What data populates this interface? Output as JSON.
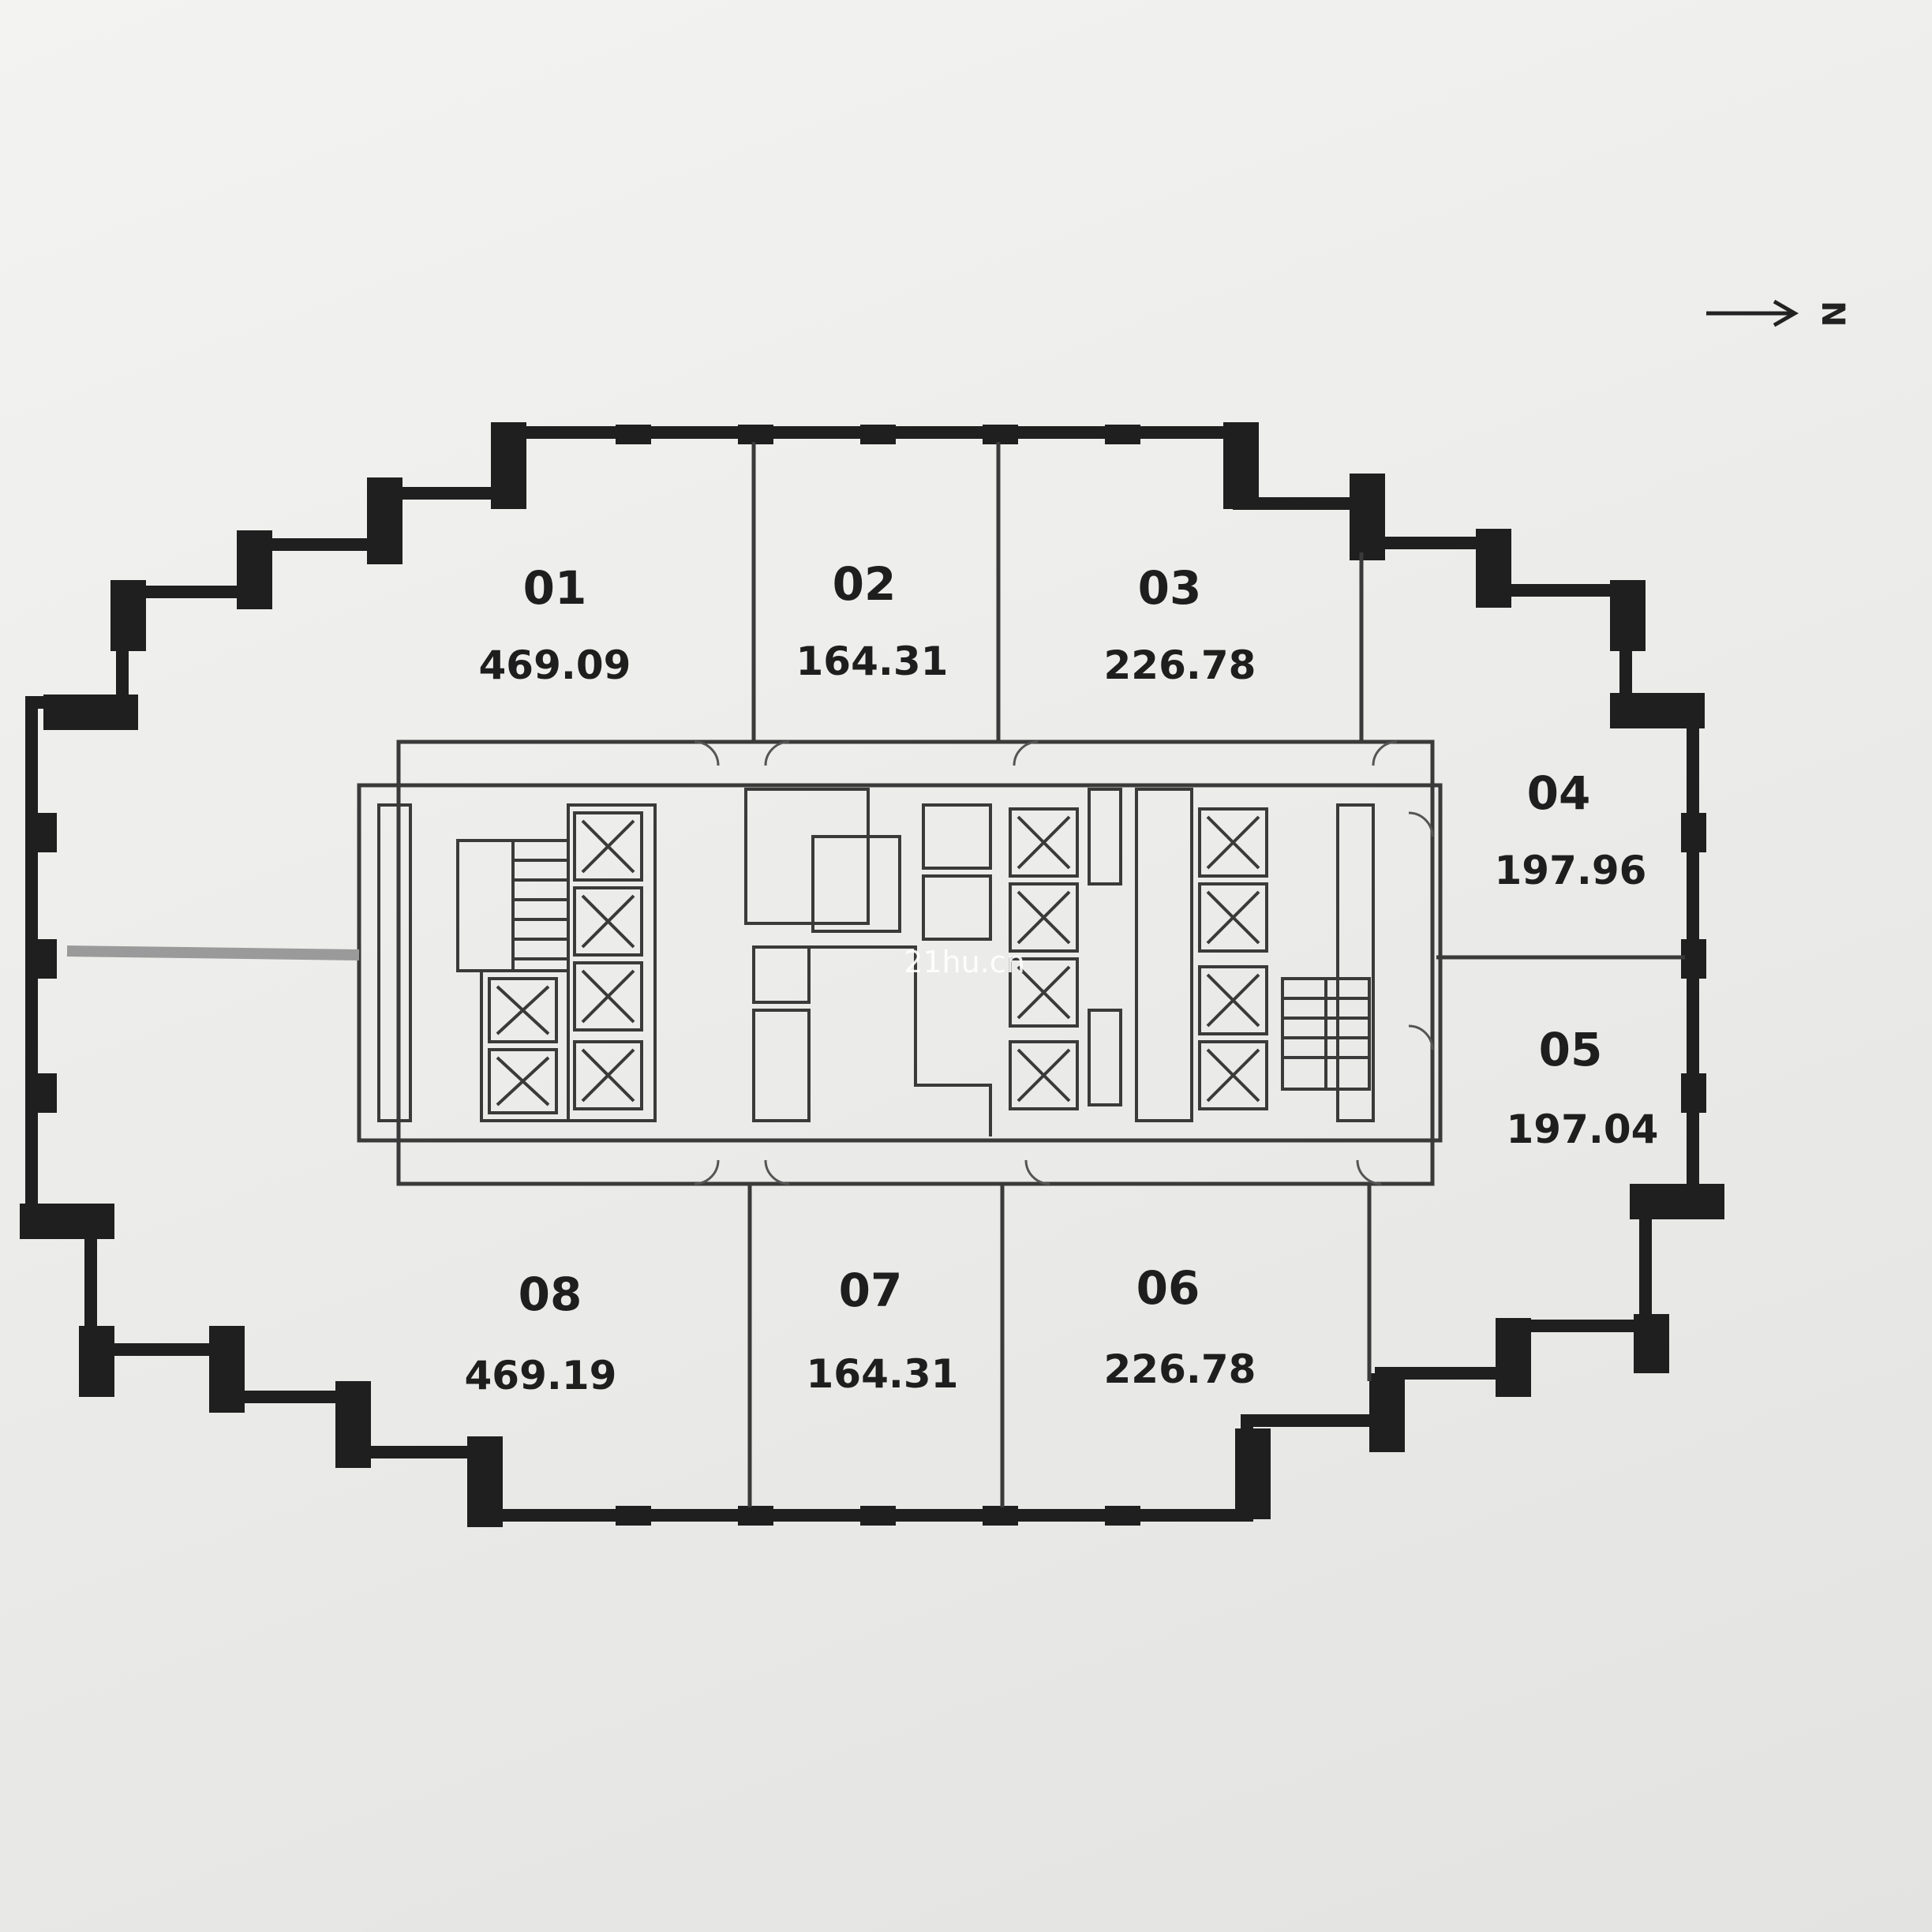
{
  "north_label": "N",
  "watermark": "21hu.cn",
  "units": [
    {
      "id": "01",
      "area": "469.09"
    },
    {
      "id": "02",
      "area": "164.31"
    },
    {
      "id": "03",
      "area": "226.78"
    },
    {
      "id": "04",
      "area": "197.96"
    },
    {
      "id": "05",
      "area": "197.04"
    },
    {
      "id": "06",
      "area": "226.78"
    },
    {
      "id": "07",
      "area": "164.31"
    },
    {
      "id": "08",
      "area": "469.19"
    }
  ],
  "colors": {
    "wall": "#1f1f1f",
    "line": "#3a3a3a",
    "paper": "#efefed"
  },
  "icons": [
    "north-arrow-icon",
    "elevator-icon",
    "stair-icon",
    "door-swing-icon"
  ]
}
